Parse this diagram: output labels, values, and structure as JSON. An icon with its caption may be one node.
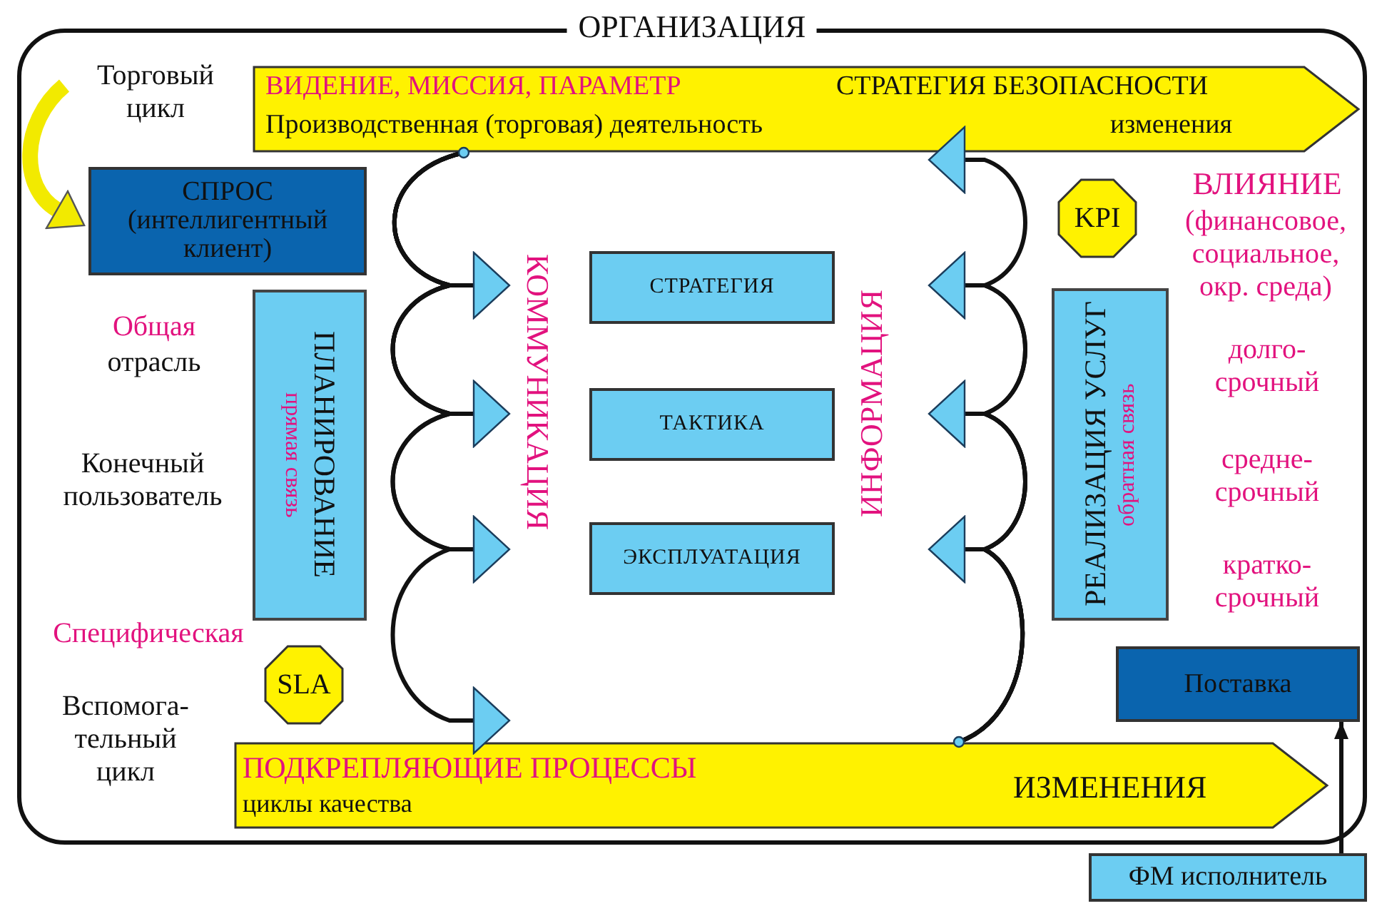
{
  "diagram": {
    "nodes": [
      {
        "text": [
          "ОРГАНИЗАЦИЯ"
        ]
      },
      {
        "text": [
          "ВИДЕНИЕ, МИССИЯ, ПАРАМЕТР",
          "СТРАТЕГИЯ БЕЗОПАСНОСТИ",
          "Производственная (торговая) деятельность",
          "изменения"
        ],
        "in": 0
      },
      {
        "text": [
          "СПРОС (интеллигентный клиент)"
        ],
        "in": 0
      },
      {
        "text": [
          "ПЛАНИРОВАНИЕ",
          "прямая связь"
        ],
        "in": 0
      },
      {
        "text": [
          "СТРАТЕГИЯ"
        ],
        "in": 0
      },
      {
        "text": [
          "ТАКТИКА"
        ],
        "in": 0
      },
      {
        "text": [
          "ЭКСПЛУАТАЦИЯ"
        ],
        "in": 0
      },
      {
        "text": [
          "РЕАЛИЗАЦИЯ УСЛУГ",
          "обратная связь"
        ],
        "in": 0
      },
      {
        "text": [
          "KPI"
        ],
        "in": 0
      },
      {
        "text": [
          "SLA"
        ],
        "in": 0
      },
      {
        "text": [
          "Поставка"
        ],
        "in": 0
      },
      {
        "text": [
          "ПОДКРЕПЛЯЮЩИЕ ПРОЦЕССЫ",
          "циклы качества",
          "ИЗМЕНЕНИЯ"
        ],
        "in": 0
      },
      {
        "text": [
          "ФМ исполнитель"
        ]
      }
    ],
    "edges": [
      {
        "from": null,
        "to": 2,
        "arrow": "to",
        "style": "thick",
        "color": "#f2ea00"
      },
      {
        "from": 1,
        "to": null,
        "arrow": "to"
      },
      {
        "from": 1,
        "to": null,
        "arrow": "to"
      },
      {
        "from": 1,
        "to": null,
        "arrow": "to"
      },
      {
        "from": 1,
        "to": 11,
        "arrow": "to"
      },
      {
        "from": 11,
        "to": null,
        "arrow": "to"
      },
      {
        "from": 11,
        "to": null,
        "arrow": "to"
      },
      {
        "from": 11,
        "to": null,
        "arrow": "to"
      },
      {
        "from": 11,
        "to": 1,
        "arrow": "to"
      },
      {
        "from": 12,
        "to": 10,
        "arrow": "to"
      }
    ],
    "labels": [
      "Торговый цикл",
      "Общая",
      "отрасль",
      "Конечный пользователь",
      "Специфическая",
      "Вспомога- тельный цикл",
      "КОММУНИКАЦИЯ",
      "ИНФОРМАЦИЯ",
      "ВЛИЯНИЕ",
      "(финансовое, социальное, окр. среда)",
      "долго- срочный",
      "средне- срочный",
      "кратко- срочный"
    ]
  }
}
